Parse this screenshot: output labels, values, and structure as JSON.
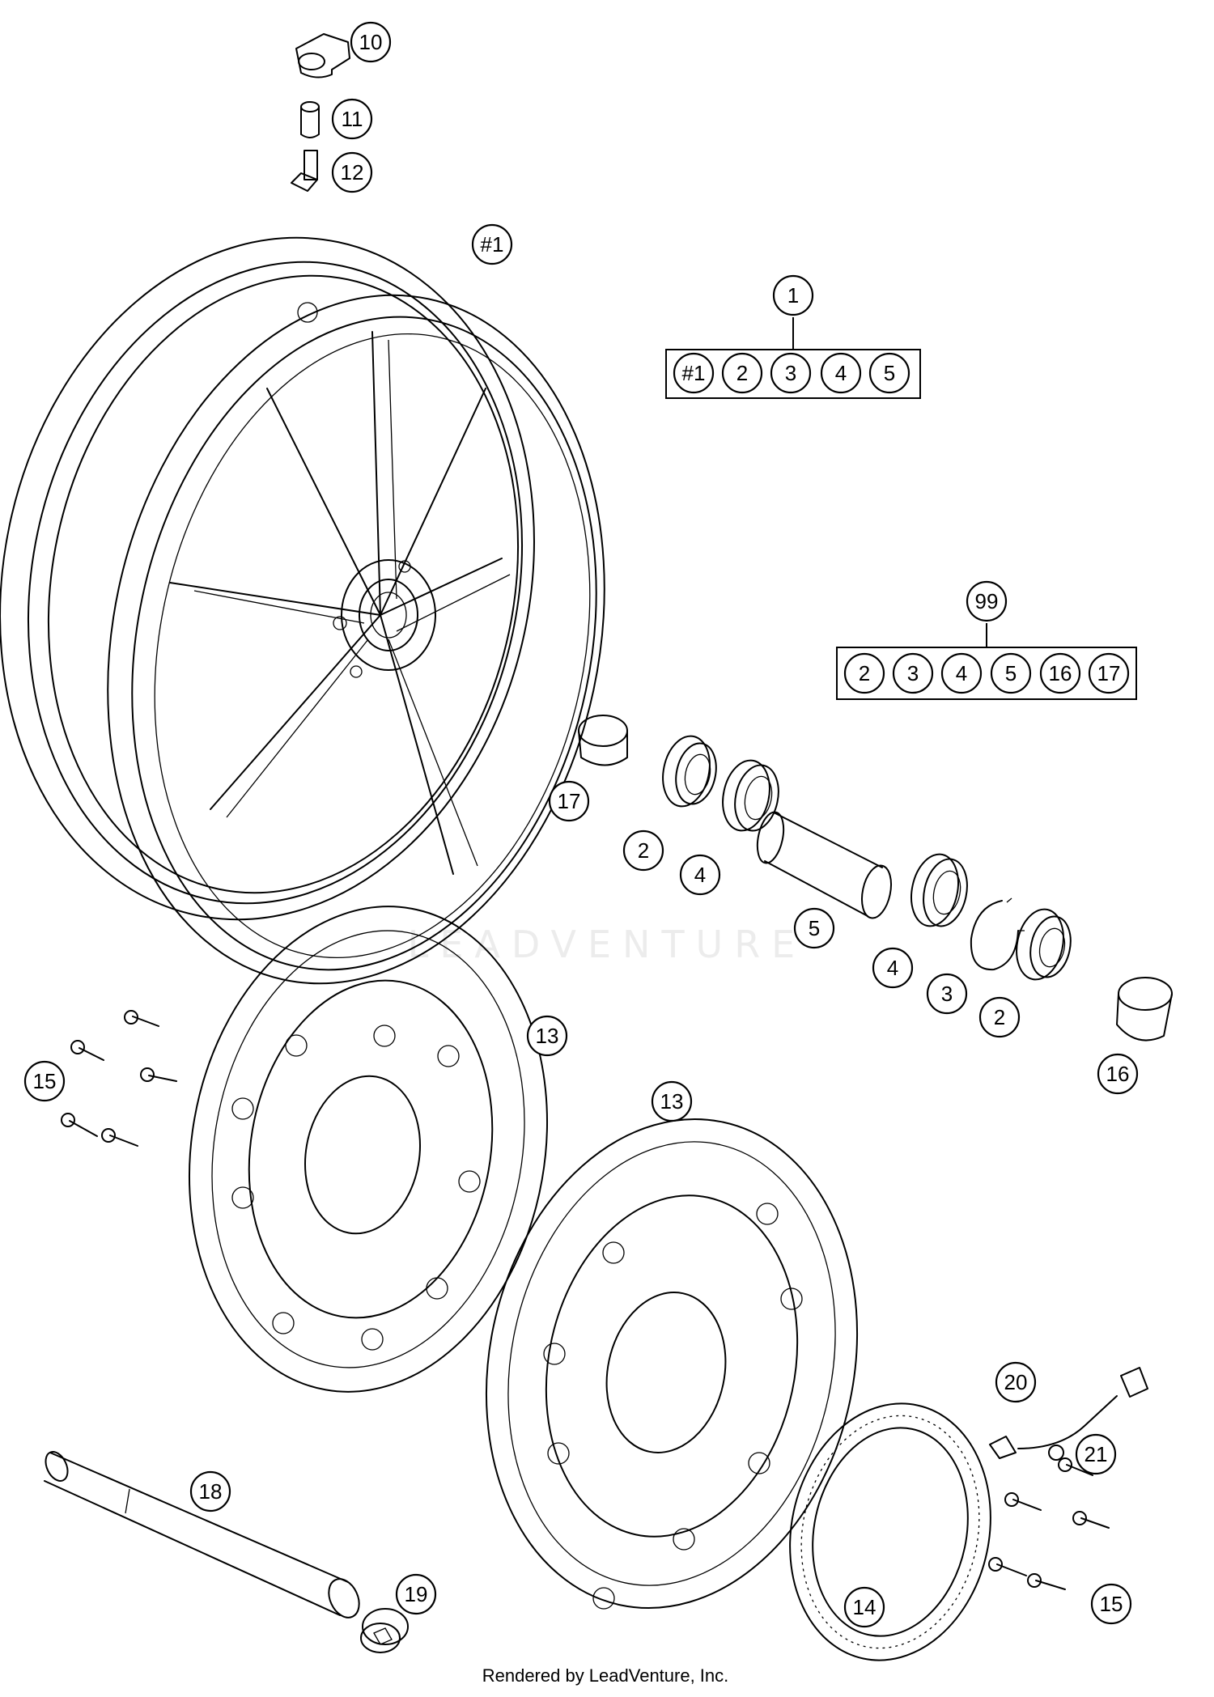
{
  "watermark": "LEADVENTURE",
  "footer": "Rendered by LeadVenture, Inc.",
  "callouts": {
    "c10": "10",
    "c11": "11",
    "c12": "12",
    "c_rim": "#1",
    "c13a": "13",
    "c13b": "13",
    "c14": "14",
    "c15a": "15",
    "c15b": "15",
    "c16": "16",
    "c17": "17",
    "c18": "18",
    "c19": "19",
    "c20": "20",
    "c21": "21",
    "c2a": "2",
    "c2b": "2",
    "c3": "3",
    "c4a": "4",
    "c4b": "4",
    "c5": "5"
  },
  "kit_1": {
    "label": "1",
    "items": [
      "#1",
      "2",
      "3",
      "4",
      "5"
    ]
  },
  "kit_99": {
    "label": "99",
    "items": [
      "2",
      "3",
      "4",
      "5",
      "16",
      "17"
    ]
  }
}
